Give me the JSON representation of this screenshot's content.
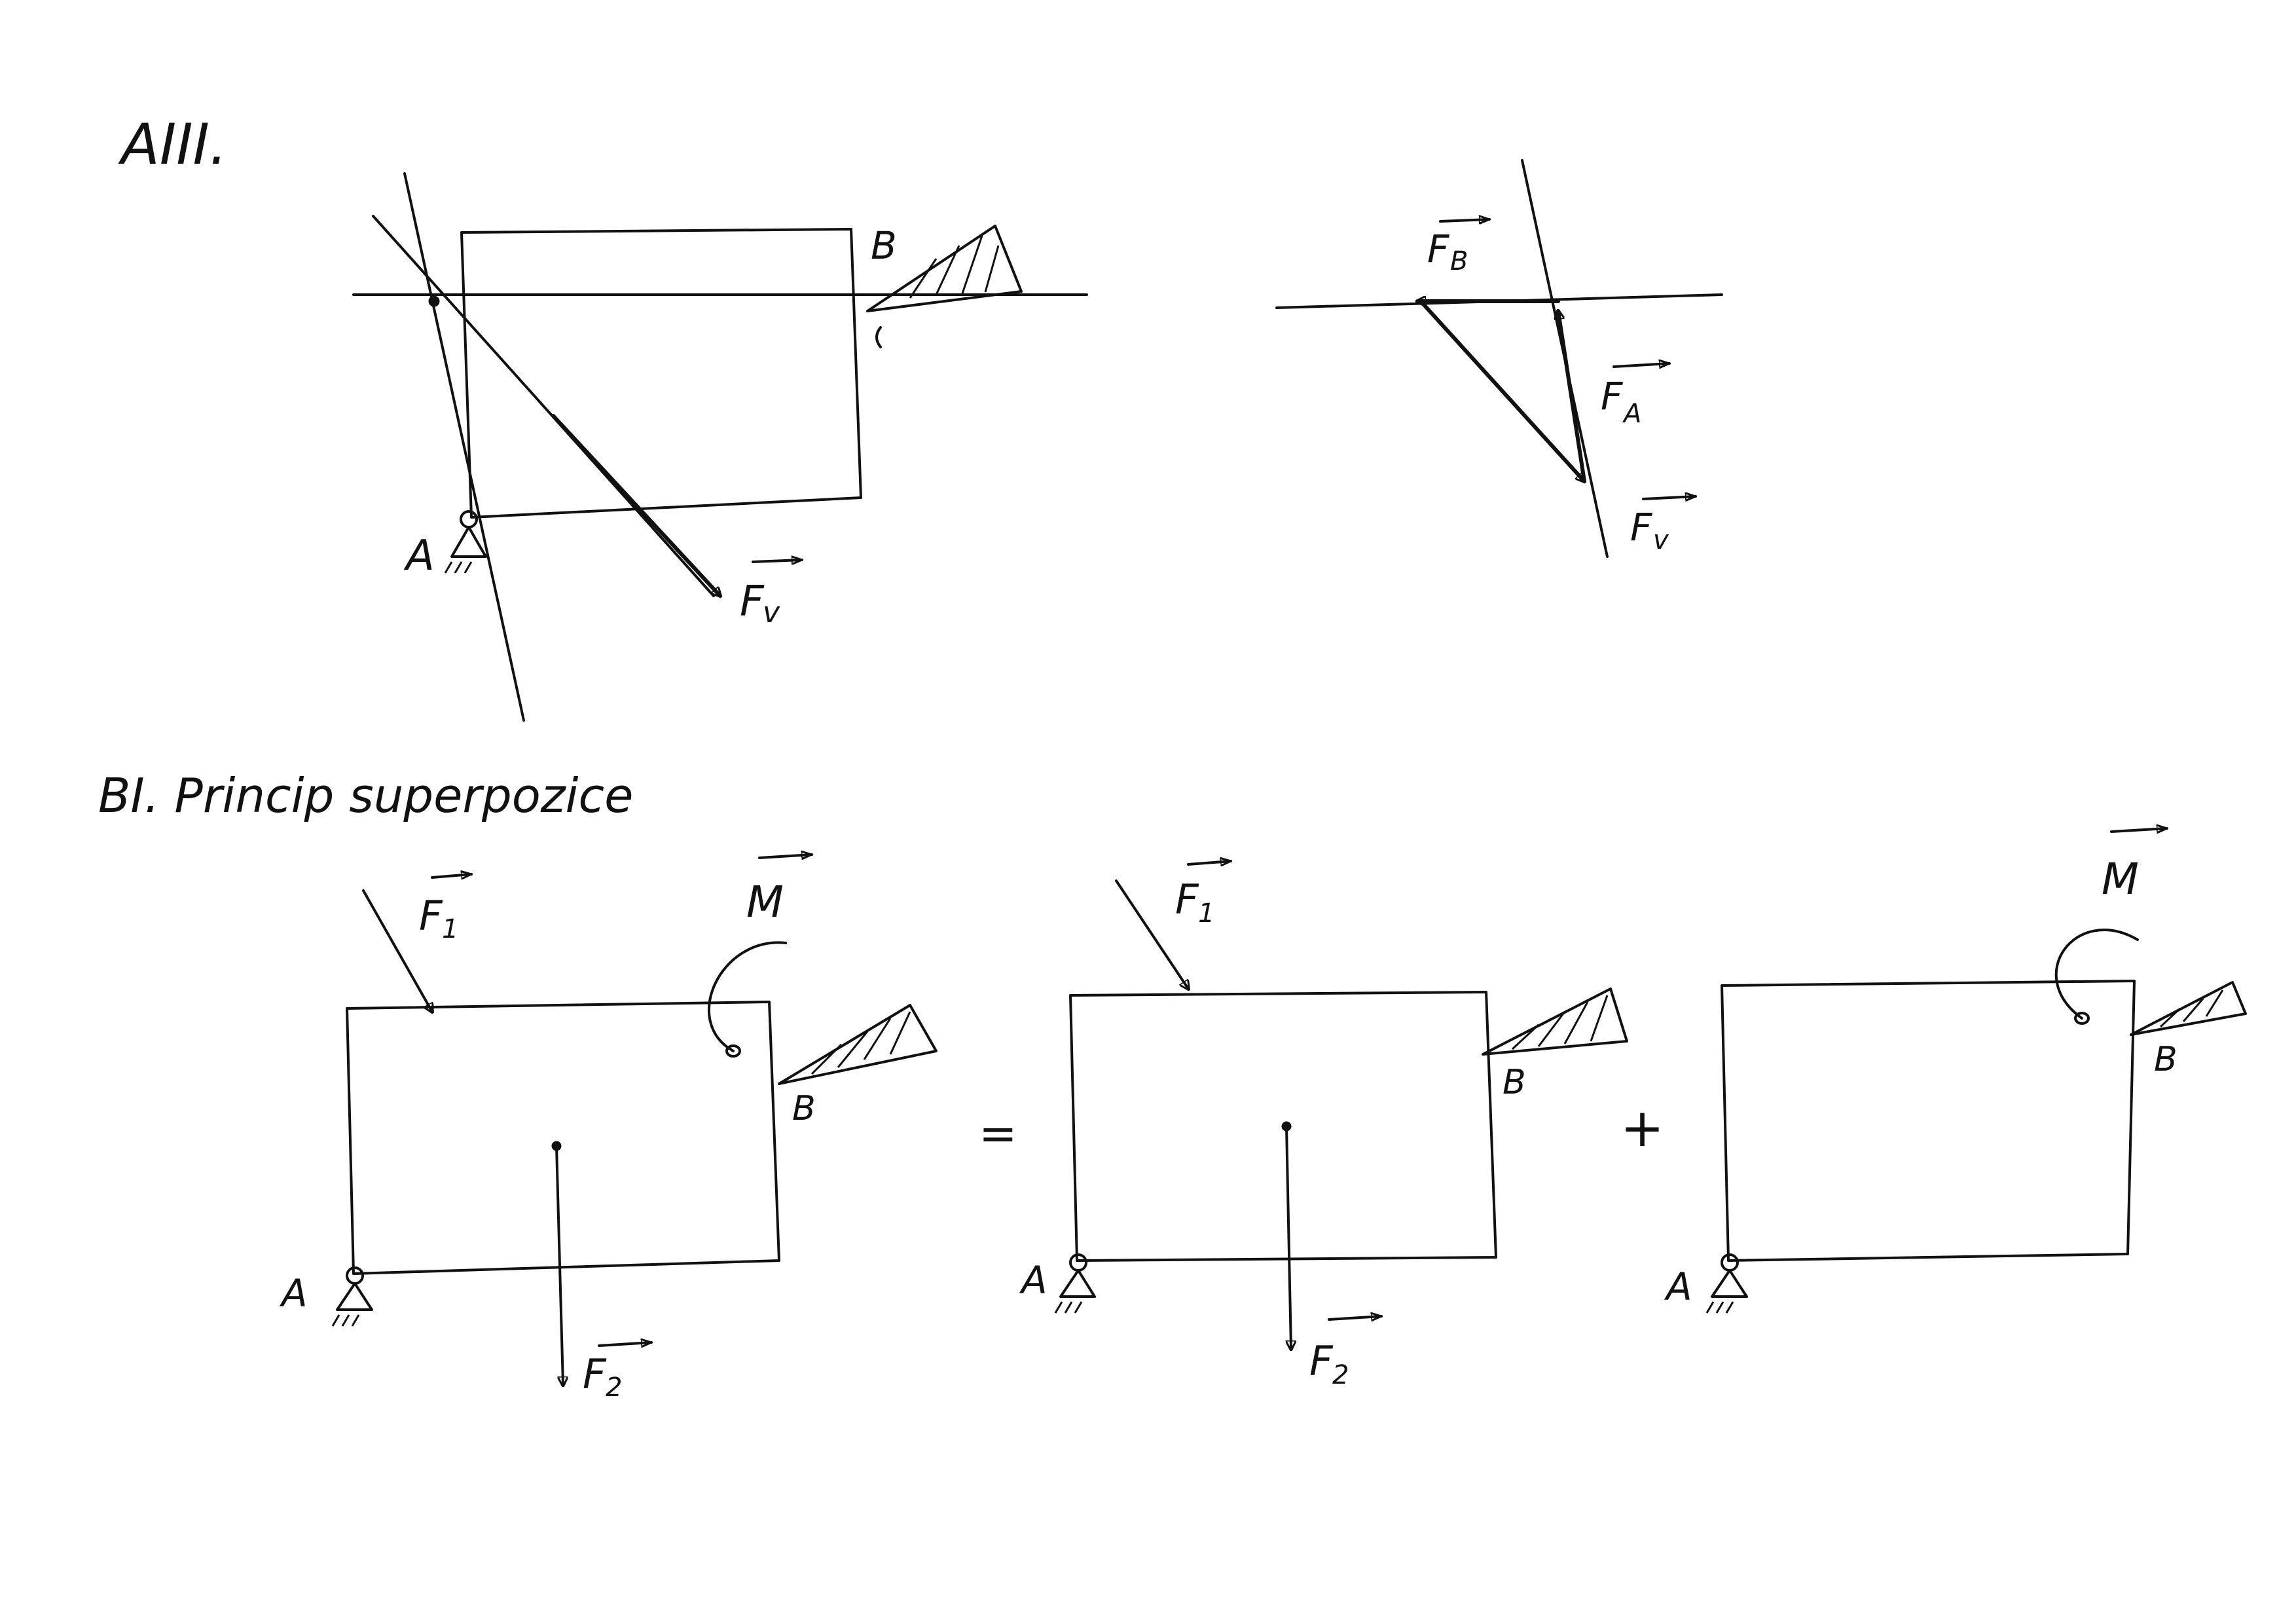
{
  "section_a": {
    "heading": "AIII.",
    "labels": {
      "A": "A",
      "B": "B",
      "F": "F",
      "v": "v",
      "sub_B": "B",
      "sub_A": "A"
    }
  },
  "section_b": {
    "heading": "BI.  Princip superpozice",
    "labels": {
      "F": "F",
      "sub_1": "1",
      "sub_2": "2",
      "M": "M",
      "A": "A",
      "B": "B"
    },
    "operators": {
      "equals": "=",
      "plus": "+"
    }
  }
}
